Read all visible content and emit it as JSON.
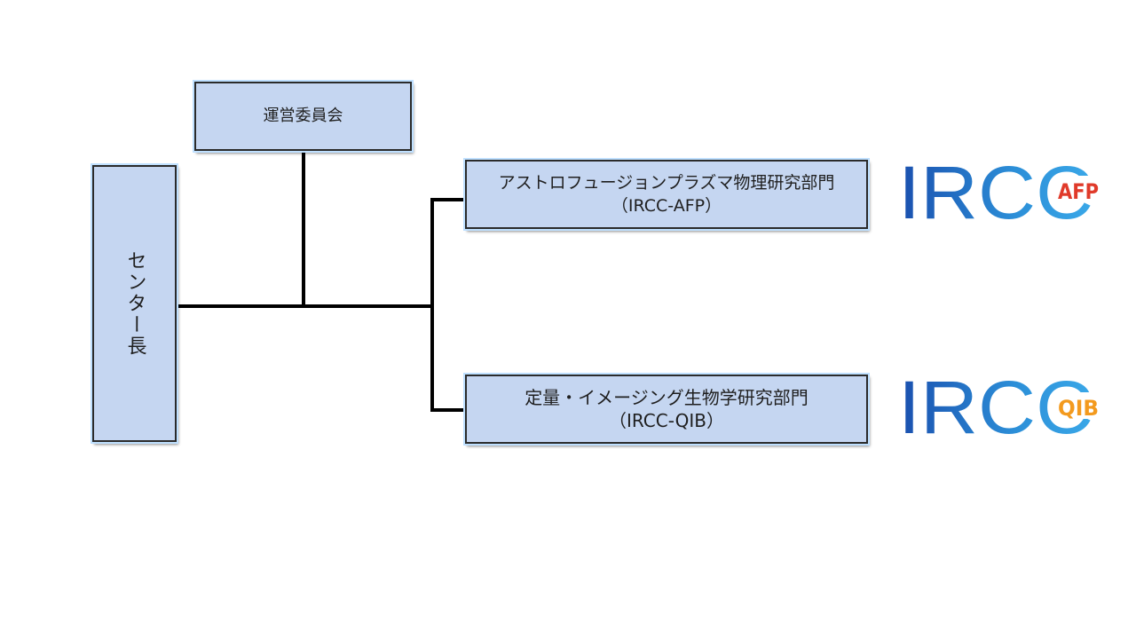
{
  "council": {
    "label": "運営委員会"
  },
  "director": {
    "label": "センター長"
  },
  "divisions": [
    {
      "name": "アストロフュージョンプラズマ物理研究部門",
      "abbr": "（IRCC-AFP）"
    },
    {
      "name": "定量・イメージング生物学研究部門",
      "abbr": "（IRCC-QIB）"
    }
  ],
  "logos": [
    {
      "main": "IRCC",
      "tag": "AFP",
      "tag_color": "#e03a2a"
    },
    {
      "main": "IRCC",
      "tag": "QIB",
      "tag_color": "#f39a1e"
    }
  ],
  "colors": {
    "box_fill": "#c5d6f1",
    "connector": "#000000",
    "logo_blue": "#1a56b0"
  }
}
